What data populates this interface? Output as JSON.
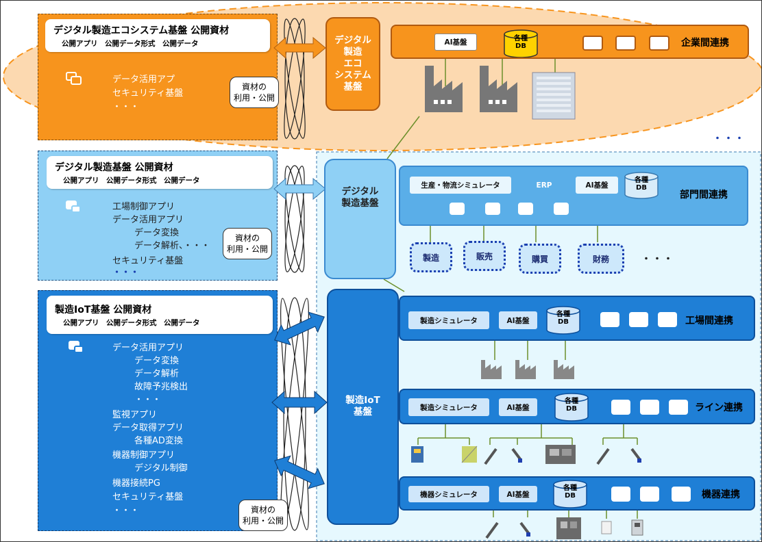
{
  "top_panel": {
    "title": "デジタル製造エコシステム基盤 公開資材",
    "subtitle": "公開アプリ　公開データ形式　公開データ",
    "items": [
      "データ活用アプ",
      "セキュリティ基盤",
      "・・・"
    ]
  },
  "mid_panel": {
    "title": "デジタル製造基盤 公開資材",
    "subtitle": "公開アプリ　公開データ形式　公開データ",
    "items": [
      "工場制御アプリ",
      "データ活用アプリ",
      "データ変換",
      "データ解析、・・・",
      "セキュリティ基盤",
      "・・・"
    ]
  },
  "bottom_panel": {
    "title": "製造IoT基盤 公開資材",
    "subtitle": "公開アプリ　公開データ形式　公開データ",
    "items": [
      "データ活用アプリ",
      "データ変換",
      "データ解析",
      "故障予兆検出",
      "・・・",
      "監視アプリ",
      "データ取得アプリ",
      "各種AD変換",
      "機器制御アプリ",
      "デジタル制御",
      "機器接続PG",
      "セキュリティ基盤",
      "・・・"
    ]
  },
  "callouts": [
    "資材の\n利用・公開",
    "資材の\n利用・公開",
    "資材の\n利用・公開"
  ],
  "eco": {
    "platform_label": "デジタル\n製造\nエコ\nシステム\n基盤",
    "ai": "AI基盤",
    "db": [
      "各種",
      "DB"
    ],
    "row_title": "企業間連携",
    "ellipsis": "・・・"
  },
  "digital": {
    "platform_label": "デジタル\n製造基盤",
    "tags": [
      "生産・物流シミュレータ",
      "ERP",
      "AI基盤"
    ],
    "db": [
      "各種",
      "DB"
    ],
    "row_title": "部門間連携",
    "departments": [
      "製造",
      "販売",
      "購買",
      "財務"
    ],
    "ellipsis": "・・・"
  },
  "iot": {
    "platform_label": "製造IoT\n基盤",
    "rows": [
      {
        "sim": "製造シミュレータ",
        "ai": "AI基盤",
        "db": [
          "各種",
          "DB"
        ],
        "title": "工場間連携"
      },
      {
        "sim": "製造シミュレータ",
        "ai": "AI基盤",
        "db": [
          "各種",
          "DB"
        ],
        "title": "ライン連携"
      },
      {
        "sim": "機器シミュレータ",
        "ai": "AI基盤",
        "db": [
          "各種",
          "DB"
        ],
        "title": "機器連携"
      }
    ]
  },
  "colors": {
    "orange": "#f7941d",
    "orange_light": "#fbd3a6",
    "blue_light": "#8fd0f5",
    "blue_mid": "#5aaee8",
    "blue_dark": "#1f7fd6",
    "cyan_bg": "#e6f8fe"
  }
}
